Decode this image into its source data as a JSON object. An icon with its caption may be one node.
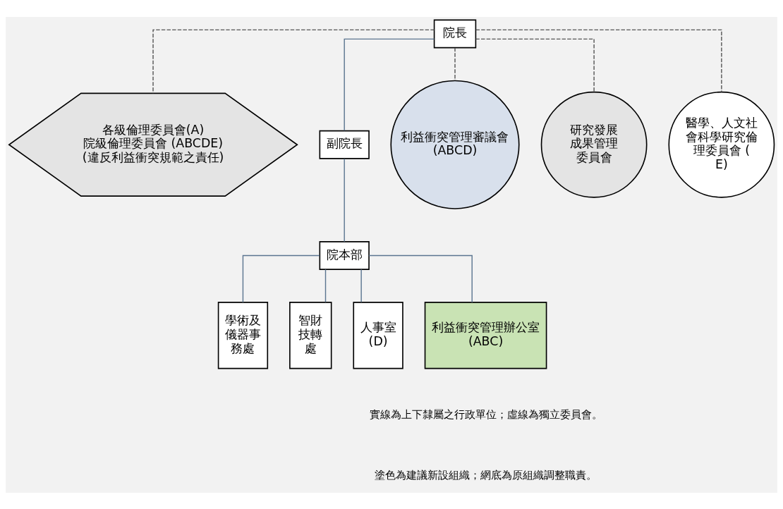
{
  "diagram": {
    "nodes": [
      {
        "text": [
          "院長"
        ]
      },
      {
        "text": [
          "各級倫理委員會(A)",
          "院級倫理委員會 (ABCDE)",
          "(違反利益衝突規範之責任)"
        ]
      },
      {
        "text": [
          "副院長"
        ]
      },
      {
        "text": [
          "院本部"
        ]
      },
      {
        "text": [
          "利益衝突管理審議會",
          "(ABCD)"
        ]
      },
      {
        "text": [
          "研究發展成果管理委員會"
        ]
      },
      {
        "text": [
          "醫學、人文社會科學研究倫理委員會 (E)"
        ]
      },
      {
        "text": [
          "學術及儀器事務處"
        ]
      },
      {
        "text": [
          "智財技轉處"
        ]
      },
      {
        "text": [
          "人事室",
          "(D)"
        ]
      },
      {
        "text": [
          "利益衝突管理辦公室",
          "(ABC)"
        ]
      }
    ],
    "edges": [
      {
        "from": 0,
        "to": 1,
        "arrow": "none",
        "style": "dashed"
      },
      {
        "from": 0,
        "to": 2,
        "arrow": "none"
      },
      {
        "from": 0,
        "to": 4,
        "arrow": "none",
        "style": "dashed"
      },
      {
        "from": 0,
        "to": 5,
        "arrow": "none",
        "style": "dashed"
      },
      {
        "from": 0,
        "to": 6,
        "arrow": "none",
        "style": "dashed"
      },
      {
        "from": 2,
        "to": 3,
        "arrow": "none"
      },
      {
        "from": 3,
        "to": 7,
        "arrow": "none"
      },
      {
        "from": 3,
        "to": 8,
        "arrow": "none"
      },
      {
        "from": 3,
        "to": 9,
        "arrow": "none"
      },
      {
        "from": 3,
        "to": 10,
        "arrow": "none"
      }
    ],
    "labels": [
      "實線為上下隸屬之行政單位；虛線為獨立委員會。",
      "塗色為建議新設組織；網底為原組織調整職責。"
    ]
  }
}
